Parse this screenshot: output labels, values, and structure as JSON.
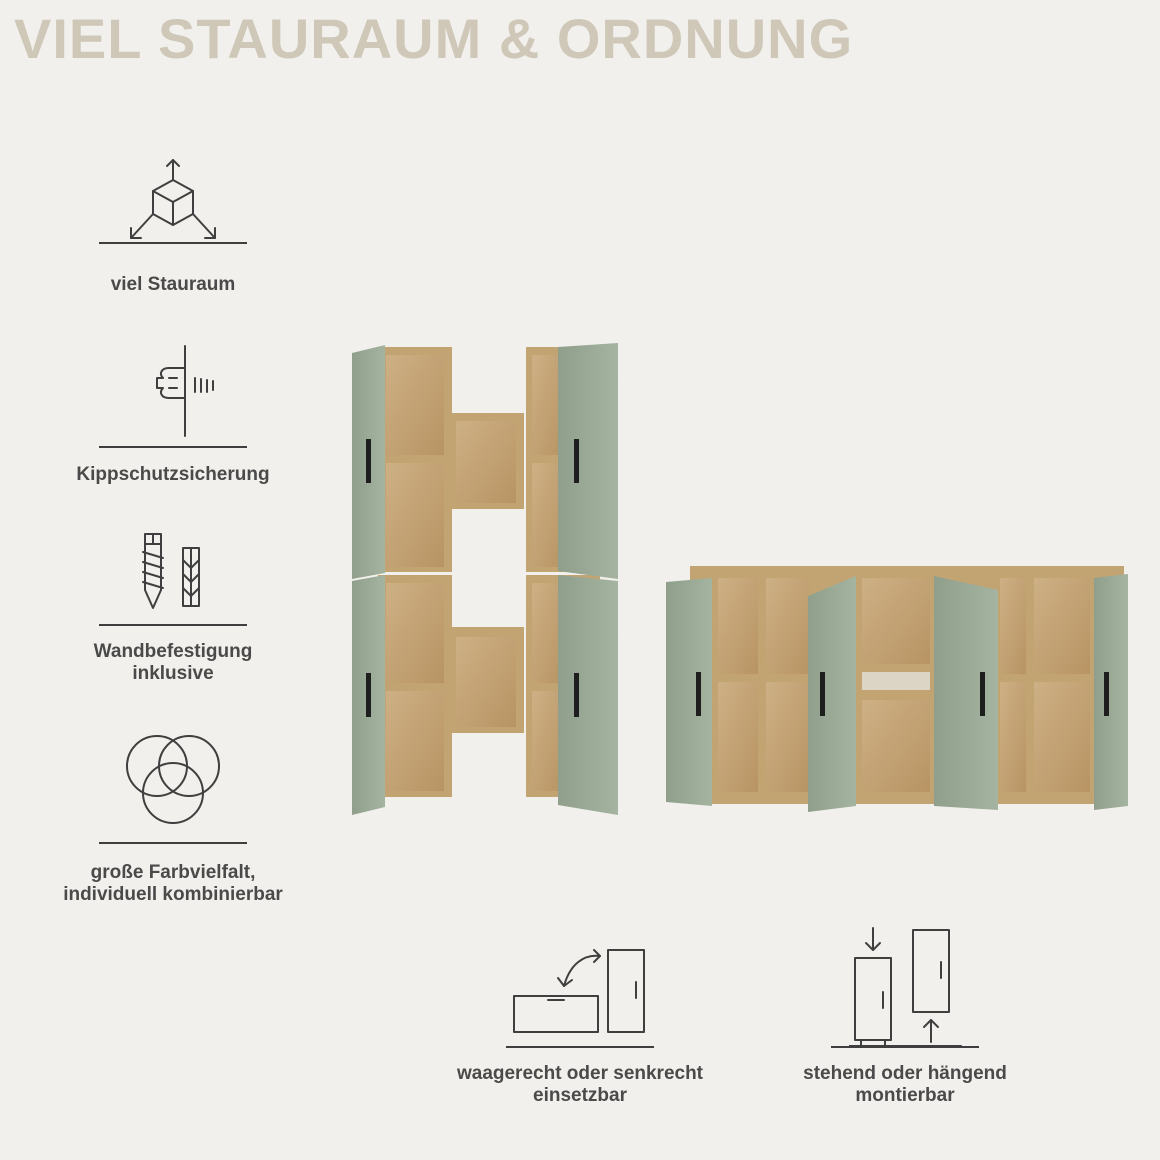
{
  "headline": "VIEL STAURAUM & ORDNUNG",
  "features": [
    {
      "icon": "cube-expand-icon",
      "label": "viel Stauraum"
    },
    {
      "icon": "wall-anchor-icon",
      "label": "Kippschutzsicherung"
    },
    {
      "icon": "screw-dowel-icon",
      "label_line1": "Wandbefestigung",
      "label_line2": "inklusive"
    },
    {
      "icon": "color-circles-icon",
      "label_line1": "große Farbvielfalt,",
      "label_line2": "individuell kombinierbar"
    }
  ],
  "bottom_features": [
    {
      "icon": "rotate-orientation-icon",
      "label_line1": "waagerecht oder senkrecht",
      "label_line2": "einsetzbar"
    },
    {
      "icon": "stand-hang-icon",
      "label_line1": "stehend oder hängend",
      "label_line2": "montierbar"
    }
  ],
  "colors": {
    "background": "#f2f0ec",
    "headline": "#cfc7b8",
    "text": "#4a4a4a",
    "door_green": "#9aab96",
    "oak": "#c9ac7d"
  }
}
